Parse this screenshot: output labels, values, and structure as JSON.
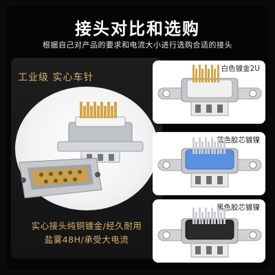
{
  "header": {
    "title": "接头对比和选购",
    "subtitle": "根据自己对产品的要求和电流大小进行选购合适的接头"
  },
  "left": {
    "label": "工业级 实心车针",
    "caption_line1": "实心接头纯铜镀金/经久耐用",
    "caption_line2": "盐雾48H/承受大电流"
  },
  "options": [
    {
      "label": "白色镀金2U",
      "insert_color": "#f0f0f0",
      "pin_color": "#d4a548"
    },
    {
      "label": "蓝色胶芯镀镍",
      "insert_color": "#5b8fe0",
      "pin_color": "#c9ccd2"
    },
    {
      "label": "黑色胶芯镀镍",
      "insert_color": "#2a2a2a",
      "pin_color": "#c9ccd2"
    }
  ],
  "colors": {
    "gold": "#d8b26a",
    "background": "#0a0a0a"
  }
}
